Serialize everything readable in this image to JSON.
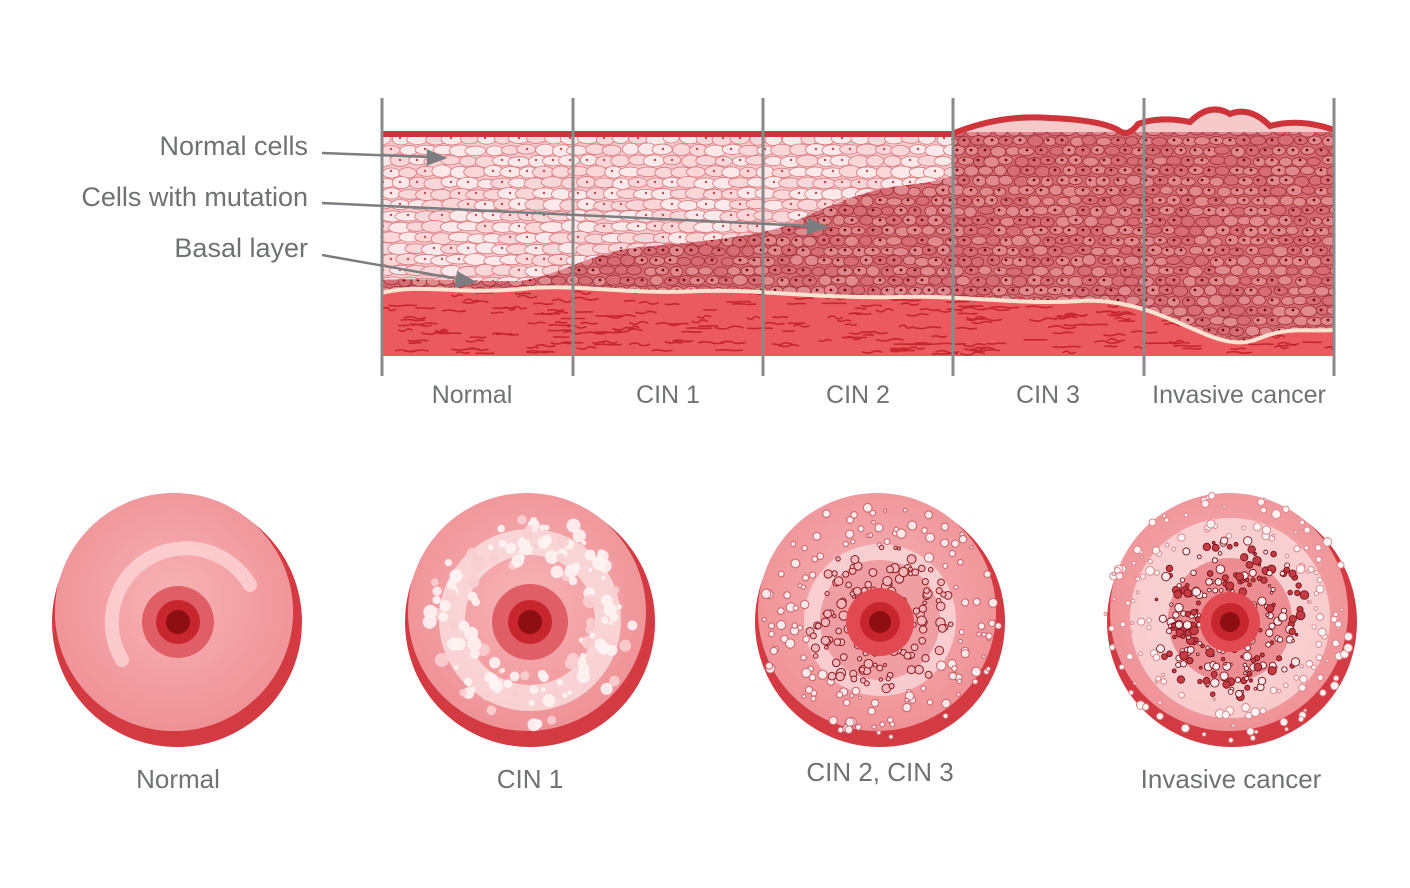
{
  "callouts": {
    "normal_cells": "Normal cells",
    "cells_with_mutation": "Cells with mutation",
    "basal_layer": "Basal layer"
  },
  "section_stages": [
    "Normal",
    "CIN 1",
    "CIN 2",
    "CIN 3",
    "Invasive cancer"
  ],
  "cervix_views": [
    "Normal",
    "CIN 1",
    "CIN 2, CIN 3",
    "Invasive cancer"
  ],
  "colors": {
    "normal_cell_fill": "#f6c9cb",
    "mutated_cell_fill": "#d06068",
    "cell_outline": "#b8444b",
    "stroma": "#ea5a5f",
    "stroma_fibre": "#c7262f",
    "basal_line": "#fbe3d0",
    "border": "#d2373d",
    "divider": "#8a8a8a",
    "label": "#6f7173",
    "arrow": "#7b7d80",
    "cervix_rim": "#d33a42",
    "cervix_face": "#f19ea2",
    "os_core": "#8d0f14"
  }
}
